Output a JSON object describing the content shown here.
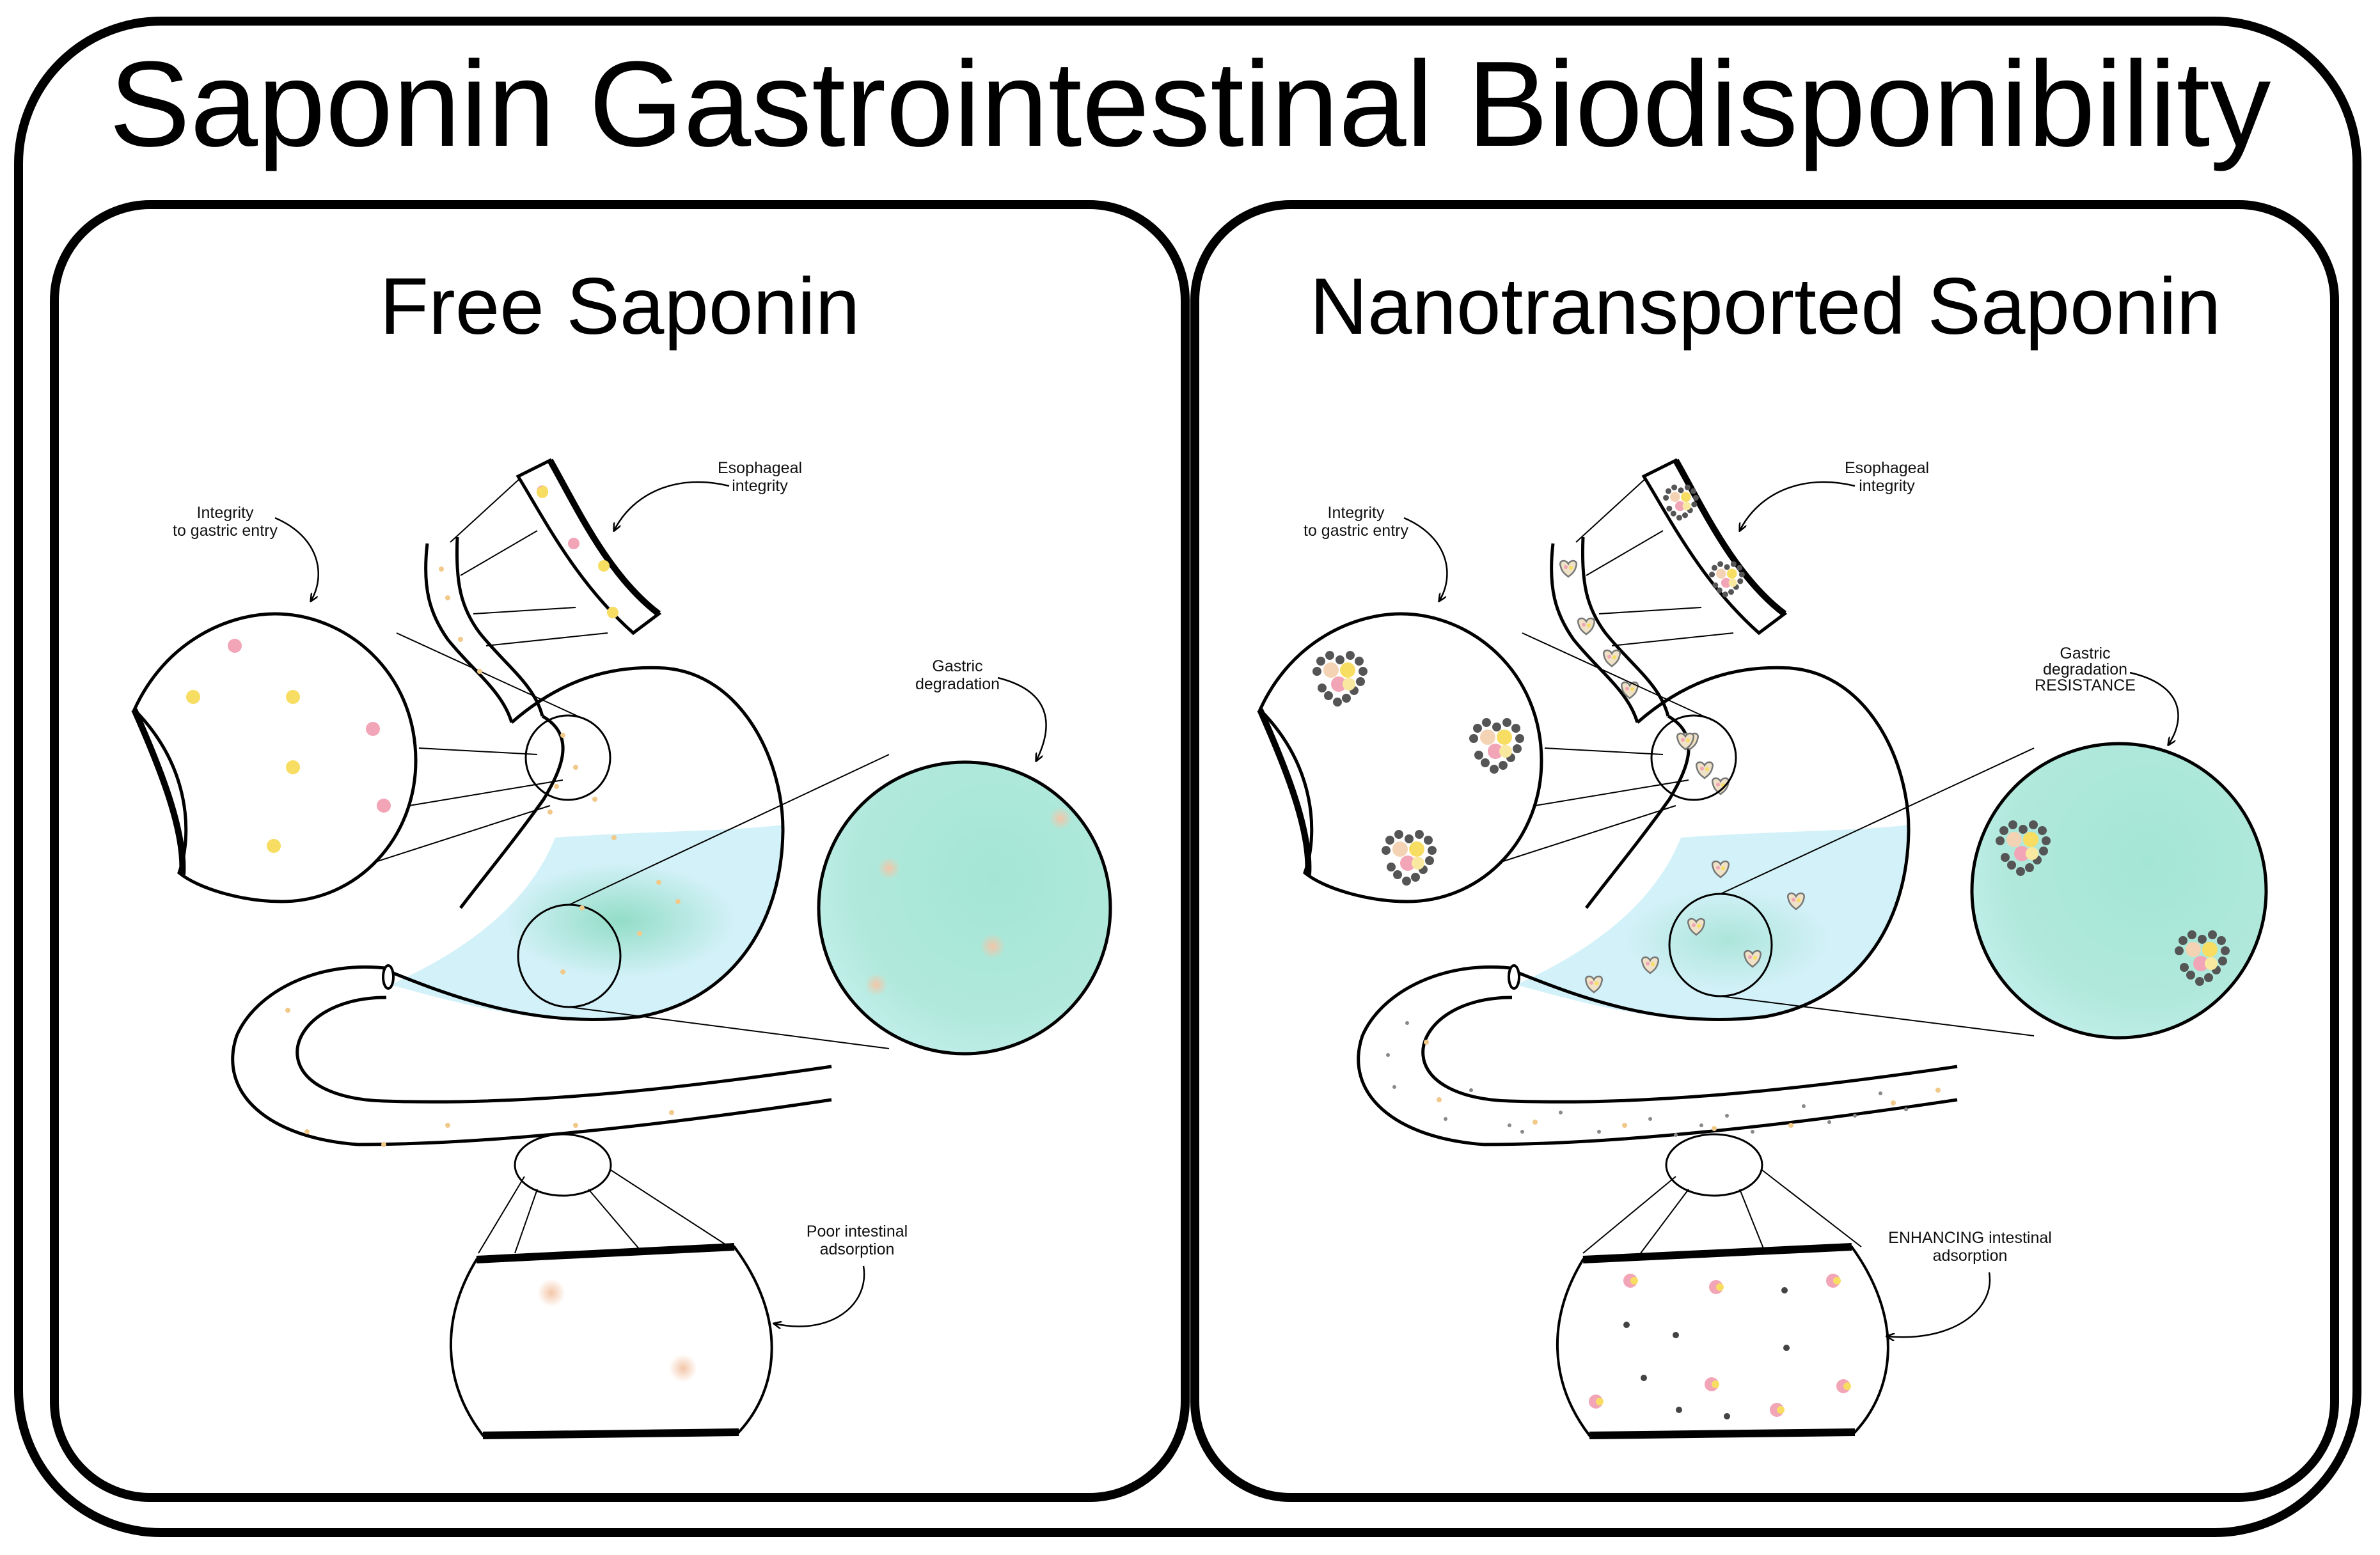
{
  "title": "Saponin Gastrointestinal Biodisponibility",
  "colors": {
    "stroke": "#000000",
    "gastric_fluid": "#d3f1f8",
    "degradation_zone": "#9fe0cf",
    "saponin_pink": "#f2a5b6",
    "saponin_yellow": "#f7dd62",
    "nanocarrier_bead": "#555555"
  },
  "panels": [
    {
      "title": "Free Saponin",
      "annotations": {
        "esophageal": [
          "Esophageal",
          "integrity"
        ],
        "gastric_entry": [
          "Integrity",
          "to gastric entry"
        ],
        "gastric": [
          "Gastric",
          "degradation"
        ],
        "intestinal": [
          "Poor intestinal",
          "adsorption"
        ]
      }
    },
    {
      "title": "Nanotransported Saponin",
      "annotations": {
        "esophageal": [
          "Esophageal",
          "integrity"
        ],
        "gastric_entry": [
          "Integrity",
          "to gastric entry"
        ],
        "gastric": [
          "Gastric",
          "degradation",
          "RESISTANCE"
        ],
        "intestinal": [
          "ENHANCING intestinal",
          "adsorption"
        ]
      }
    }
  ]
}
